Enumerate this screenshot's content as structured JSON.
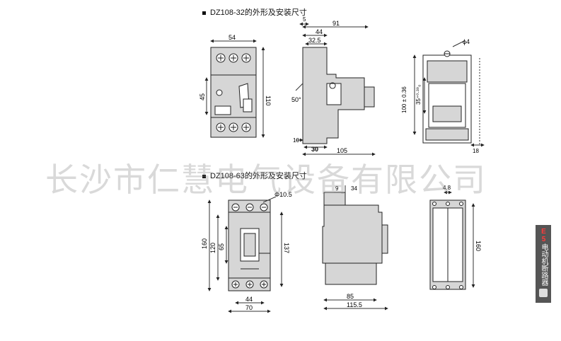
{
  "titles": {
    "top": "DZ108-32的外形及安装尺寸",
    "bottom": "DZ108-63的外形及安装尺寸"
  },
  "watermark": "长沙市仁慧电气设备有限公司",
  "side_tab": {
    "prefix": "E5",
    "label": "电动机断路器"
  },
  "dims_32": {
    "front_width": "54",
    "front_height": "110",
    "front_inner": "45",
    "side_small": "5",
    "side_44": "44",
    "side_91": "91",
    "side_32_5": "32.5",
    "side_angle": "50°",
    "side_10": "10",
    "side_30": "30",
    "side_105": "105",
    "rear_hole": "ϕ4",
    "rear_100": "100 ± 0.36",
    "rear_35": "35⁺⁰·³⁹₀",
    "rear_18": "18"
  },
  "dims_63": {
    "front_hole": "Φ10.5",
    "front_160": "160",
    "front_120": "120",
    "front_65": "65",
    "front_137": "137",
    "front_44": "44",
    "front_70": "70",
    "side_9": "9",
    "side_34": "34",
    "side_85": "85",
    "side_115": "115.5",
    "rear_4_8": "4.8",
    "rear_160": "160"
  },
  "colors": {
    "body_fill": "#d6d6d6",
    "line": "#222222",
    "dim": "#333333"
  }
}
